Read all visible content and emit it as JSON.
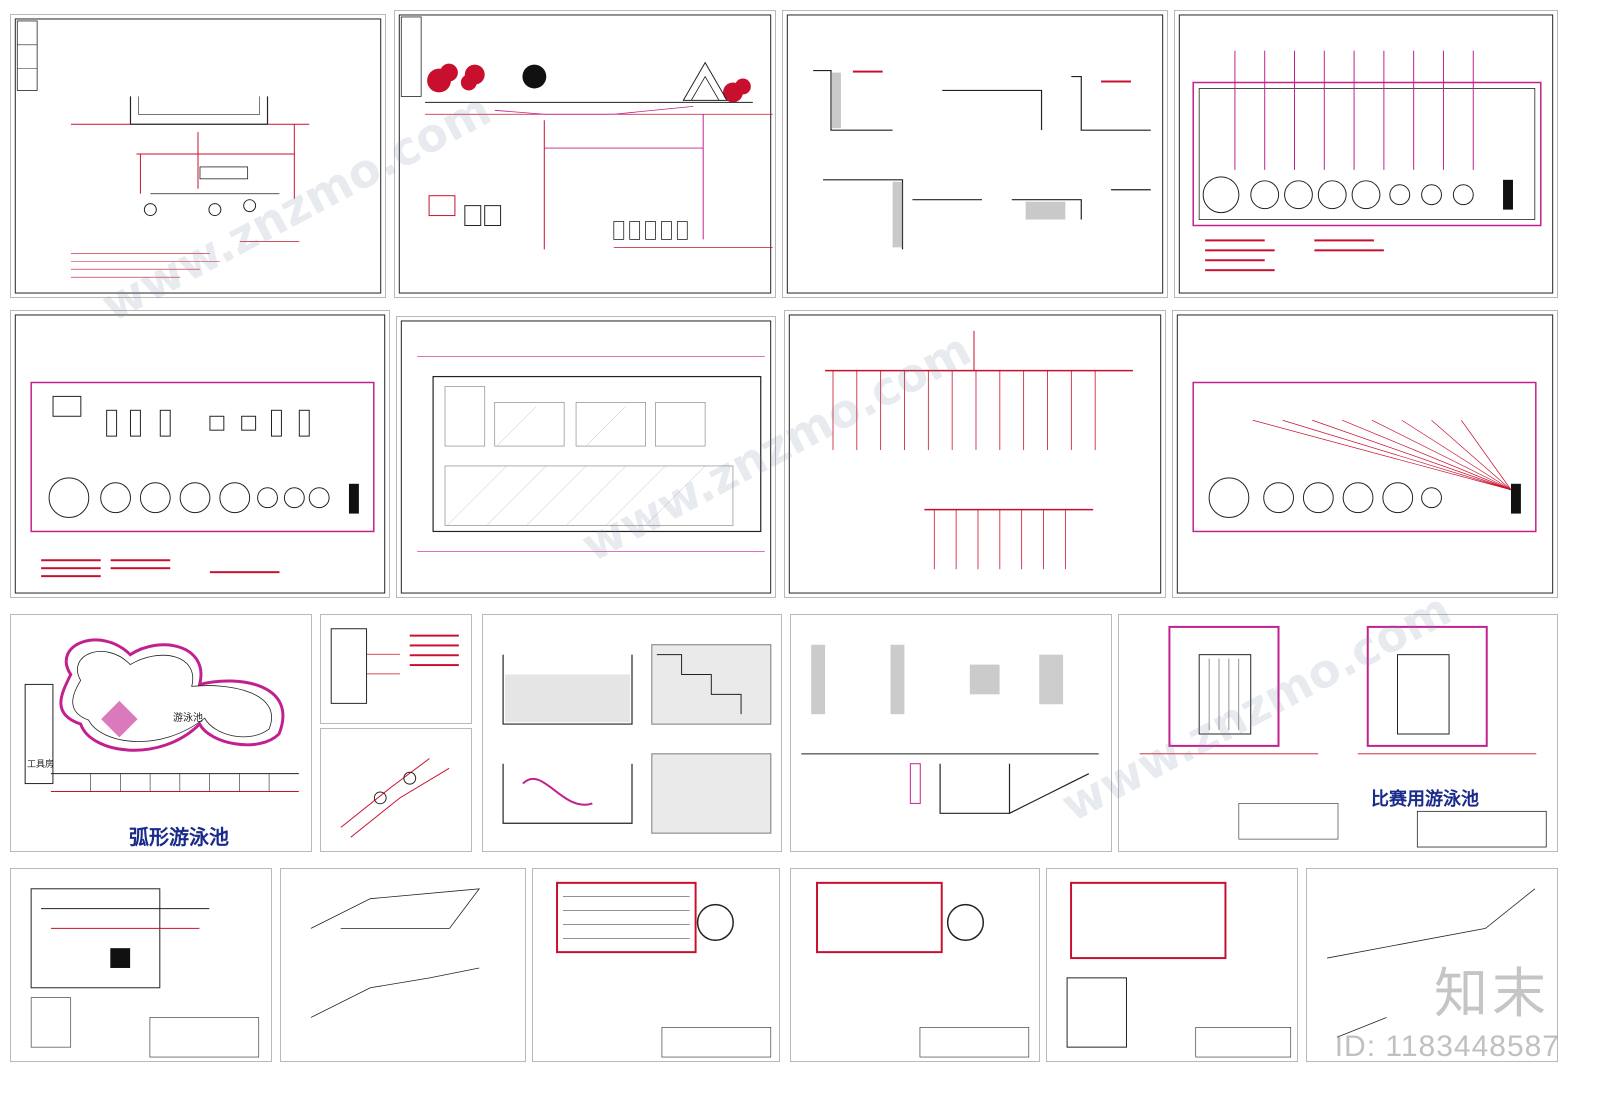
{
  "labels": {
    "arc_pool": "弧形游泳池",
    "race_pool": "比赛用游泳池",
    "pool_word": "游泳池",
    "room_word": "工具房"
  },
  "brand": {
    "logo_text": "知末",
    "id_text": "ID: 1183448587"
  },
  "watermark": "www.znzmo.com",
  "colors": {
    "line_red": "#c8102e",
    "line_magenta": "#c2208f",
    "line_dark": "#222222",
    "label_blue": "#1a2b8a"
  }
}
